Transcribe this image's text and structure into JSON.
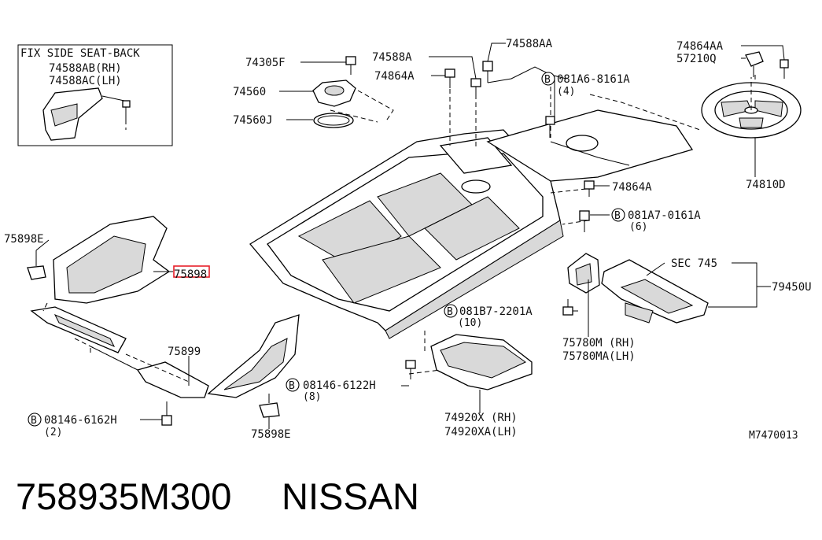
{
  "colors": {
    "highlight": "#e8202a",
    "ink": "#000000",
    "background": "#ffffff"
  },
  "inset": {
    "title": "FIX SIDE SEAT-BACK",
    "rh": "74588AB(RH)",
    "lh": "74588AC(LH)"
  },
  "labels": {
    "p74305F": "74305F",
    "p74560": "74560",
    "p74560J": "74560J",
    "p74588A": "74588A",
    "p74864A_top": "74864A",
    "p74588AA": "74588AA",
    "bolt_081A6": "081A6-8161A",
    "bolt_081A6_qty": "(4)",
    "p74864AA": "74864AA",
    "p57210Q": "57210Q",
    "p74810D": "74810D",
    "p74864A_right": "74864A",
    "bolt_081A7": "081A7-0161A",
    "bolt_081A7_qty": "(6)",
    "sec745": "SEC 745",
    "p79450": "79450U",
    "p75898E_left": "75898E",
    "p75898_highlight": "75898",
    "p75899": "75899",
    "bolt_081B7": "081B7-2201A",
    "bolt_081B7_qty": "(10)",
    "p75780M": "75780M (RH)",
    "p75780MA": "75780MA(LH)",
    "bolt_08146_6122H": "08146-6122H",
    "bolt_08146_6122H_qty": "(8)",
    "bolt_08146_6162H": "08146-6162H",
    "bolt_08146_6162H_qty": "(2)",
    "p75898E_bottom": "75898E",
    "p74920X": "74920X (RH)",
    "p74920XA": "74920XA(LH)",
    "diagram_code": "M7470013",
    "bolt_symbol": "B"
  },
  "caption": {
    "part_number": "758935M300",
    "brand": "NISSAN"
  }
}
